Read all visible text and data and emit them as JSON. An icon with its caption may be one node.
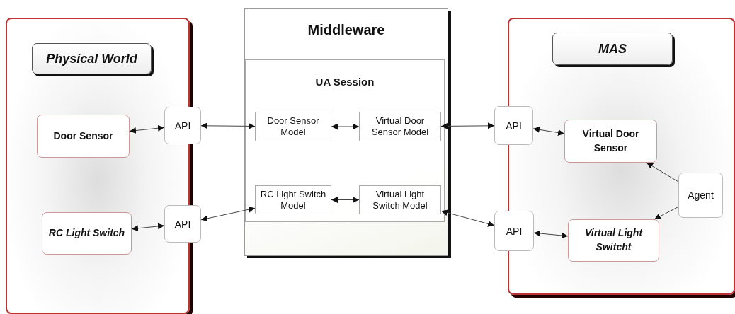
{
  "diagram": {
    "nodes": [
      {
        "text": [
          "Physical World"
        ]
      },
      {
        "text": [
          "Door Sensor"
        ],
        "in": 0
      },
      {
        "text": [
          "RC Light Switch"
        ],
        "in": 0
      },
      {
        "text": [
          "API"
        ]
      },
      {
        "text": [
          "API"
        ]
      },
      {
        "text": [
          "Middleware"
        ]
      },
      {
        "text": [
          "UA Session"
        ],
        "in": 5
      },
      {
        "text": [
          "Door Sensor Model"
        ],
        "in": 6
      },
      {
        "text": [
          "Virtual Door Sensor Model"
        ],
        "in": 6
      },
      {
        "text": [
          "RC Light Switch Model"
        ],
        "in": 6
      },
      {
        "text": [
          "Virtual Light Switch Model"
        ],
        "in": 6
      },
      {
        "text": [
          "MAS"
        ]
      },
      {
        "text": [
          "API"
        ]
      },
      {
        "text": [
          "API"
        ]
      },
      {
        "text": [
          "Virtual Door Sensor"
        ],
        "in": 11
      },
      {
        "text": [
          "Virtual Light Switcht"
        ],
        "in": 11
      },
      {
        "text": [
          "Agent"
        ],
        "in": 11
      }
    ],
    "edges": [
      {
        "from": 1,
        "to": 3,
        "arrow": "both"
      },
      {
        "from": 3,
        "to": 7,
        "arrow": "both"
      },
      {
        "from": 7,
        "to": 8,
        "arrow": "both"
      },
      {
        "from": 8,
        "to": 12,
        "arrow": "both"
      },
      {
        "from": 2,
        "to": 4,
        "arrow": "both"
      },
      {
        "from": 4,
        "to": 9,
        "arrow": "both"
      },
      {
        "from": 9,
        "to": 10,
        "arrow": "both"
      },
      {
        "from": 10,
        "to": 13,
        "arrow": "both"
      },
      {
        "from": 12,
        "to": 14,
        "arrow": "both"
      },
      {
        "from": 13,
        "to": 15,
        "arrow": "both"
      },
      {
        "from": 16,
        "to": 14,
        "arrow": "to"
      },
      {
        "from": 16,
        "to": 15,
        "arrow": "to"
      }
    ]
  }
}
